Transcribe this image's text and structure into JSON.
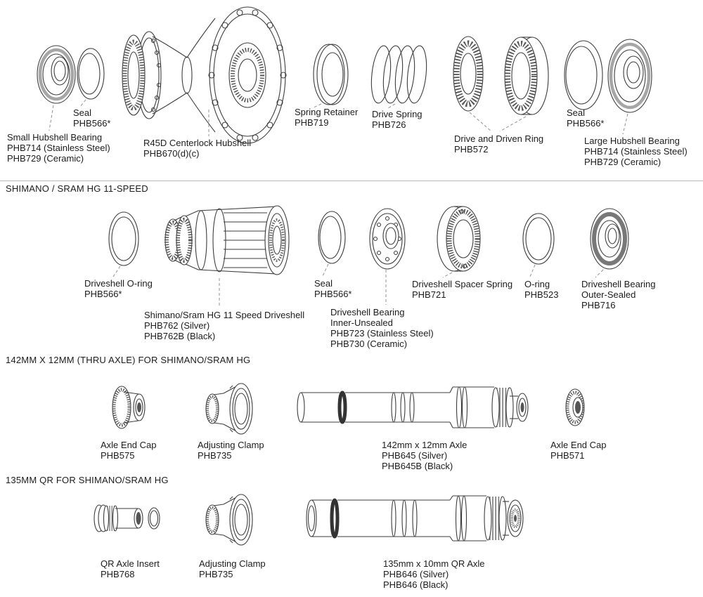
{
  "main": {
    "parts": {
      "seal_left": {
        "lines": [
          "Seal",
          "PHB566*"
        ]
      },
      "small_bearing": {
        "lines": [
          "Small Hubshell Bearing",
          "PHB714 (Stainless Steel)",
          "PHB729 (Ceramic)"
        ]
      },
      "hubshell": {
        "lines": [
          "R45D Centerlock Hubshell",
          "PHB670(d)(c)"
        ]
      },
      "spring_retainer": {
        "lines": [
          "Spring Retainer",
          "PHB719"
        ]
      },
      "drive_spring": {
        "lines": [
          "Drive Spring",
          "PHB726"
        ]
      },
      "drive_driven_ring": {
        "lines": [
          "Drive and Driven Ring",
          "PHB572"
        ]
      },
      "seal_right": {
        "lines": [
          "Seal",
          "PHB566*"
        ]
      },
      "large_bearing": {
        "lines": [
          "Large Hubshell Bearing",
          "PHB714 (Stainless Steel)",
          "PHB729 (Ceramic)"
        ]
      }
    }
  },
  "hg11": {
    "header": "SHIMANO / SRAM HG 11-SPEED",
    "parts": {
      "driveshell_oring": {
        "lines": [
          "Driveshell O-ring",
          "PHB566*"
        ]
      },
      "driveshell": {
        "lines": [
          "Shimano/Sram HG 11 Speed Driveshell",
          "PHB762 (Silver)",
          "PHB762B (Black)"
        ]
      },
      "seal": {
        "lines": [
          "Seal",
          "PHB566*"
        ]
      },
      "bearing_inner": {
        "lines": [
          "Driveshell Bearing",
          "Inner-Unsealed",
          "PHB723 (Stainless Steel)",
          "PHB730 (Ceramic)"
        ]
      },
      "spacer_spring": {
        "lines": [
          "Driveshell Spacer Spring",
          "PHB721"
        ]
      },
      "oring": {
        "lines": [
          "O-ring",
          "PHB523"
        ]
      },
      "bearing_outer": {
        "lines": [
          "Driveshell Bearing",
          "Outer-Sealed",
          "PHB716"
        ]
      }
    }
  },
  "thru_axle": {
    "header": "142MM X 12MM (THRU AXLE) FOR SHIMANO/SRAM HG",
    "parts": {
      "end_cap_left": {
        "lines": [
          "Axle End Cap",
          "PHB575"
        ]
      },
      "adjusting_clamp": {
        "lines": [
          "Adjusting Clamp",
          "PHB735"
        ]
      },
      "axle": {
        "lines": [
          "142mm x 12mm Axle",
          "PHB645 (Silver)",
          "PHB645B (Black)"
        ]
      },
      "end_cap_right": {
        "lines": [
          "Axle End Cap",
          "PHB571"
        ]
      }
    }
  },
  "qr": {
    "header": "135MM QR FOR SHIMANO/SRAM HG",
    "parts": {
      "qr_insert": {
        "lines": [
          "QR Axle Insert",
          "PHB768"
        ]
      },
      "adjusting_clamp": {
        "lines": [
          "Adjusting Clamp",
          "PHB735"
        ]
      },
      "axle": {
        "lines": [
          "135mm x 10mm QR Axle",
          "PHB646 (Silver)",
          "PHB646 (Black)"
        ]
      }
    }
  }
}
